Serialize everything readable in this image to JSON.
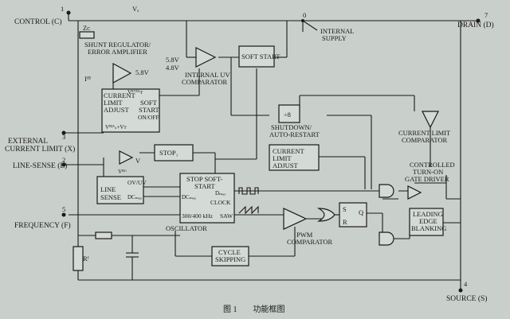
{
  "pins": {
    "control": {
      "number": "1",
      "label": "CONTROL (C)"
    },
    "drain": {
      "number": "7",
      "label": "DRAIN (D)"
    },
    "external_current_limit": {
      "number": "3",
      "label_line1": "EXTERNAL",
      "label_line2": "CURRENT LIMIT (X)"
    },
    "line_sense": {
      "number": "2",
      "label": "LINE-SENSE (L)"
    },
    "frequency": {
      "number": "5",
      "label": "FREQUENCY (F)"
    },
    "source": {
      "number": "4",
      "label": "SOURCE (S)"
    }
  },
  "nodes": {
    "vc": "Vₐ",
    "internal_supply_node": "0",
    "zc": "Zᴄ",
    "ifb": "Iᶠᴮ",
    "rf": "Rᶠ"
  },
  "blocks": {
    "shunt_regulator": {
      "line1": "SHUNT REGULATOR/",
      "line2": "ERROR AMPLIFIER",
      "ref": "5.8V"
    },
    "internal_uv": {
      "line1": "INTERNAL UV",
      "line2": "COMPARATOR",
      "v_high": "5.8V",
      "v_low": "4.8V"
    },
    "soft_start": "SOFT START",
    "internal_supply": {
      "line1": "INTERNAL",
      "line2": "SUPPLY"
    },
    "current_limit_adjust": {
      "line1": "CURRENT",
      "line2": "LIMIT",
      "line3": "ADJUST",
      "input": "Vᴿᵀᴰᴸᴛ",
      "ss1": "SOFT",
      "ss2": "START",
      "onoff": "ON/OFF",
      "bottom": "Vᴮᴵᴬₛ+Vᴛ"
    },
    "divide8": "÷8",
    "shutdown_restart": {
      "line1": "SHUTDOWN/",
      "line2": "AUTO-RESTART"
    },
    "current_limit_comparator": {
      "line1": "CURRENT LIMIT",
      "line2": "COMPARATOR"
    },
    "stop": "STOP₁",
    "v_label": "V",
    "vbg": "Vᴮᴳ",
    "line_sense": {
      "line1": "LINE",
      "line2": "SENSE",
      "ov_uv": "OV/UV",
      "dcmax": "DCₘₐₓ"
    },
    "current_limit_adjust2": {
      "line1": "CURRENT",
      "line2": "LIMIT",
      "line3": "ADJUST"
    },
    "controlled_turn_on": {
      "line1": "CONTROLLED",
      "line2": "TURN-ON",
      "line3": "GATE DRIVER"
    },
    "oscillator_block": {
      "line1": "STOP SOFT-",
      "line2": "START",
      "dmax": "Dₘₐₓ",
      "clock": "CLOCK",
      "dcmax": "DCₘₐₓ",
      "freq": "300/400 kHz",
      "saw": "SAW"
    },
    "oscillator": "OSCILLATOR",
    "pwm": {
      "line1": "PWM",
      "line2": "COMPARATOR"
    },
    "latch": {
      "s": "S",
      "r": "R",
      "q": "Q"
    },
    "leading_edge": {
      "line1": "LEADING",
      "line2": "EDGE",
      "line3": "BLANKING"
    },
    "cycle_skipping": {
      "line1": "CYCLE",
      "line2": "SKIPPING"
    }
  },
  "caption": "图 1　　功能框图"
}
